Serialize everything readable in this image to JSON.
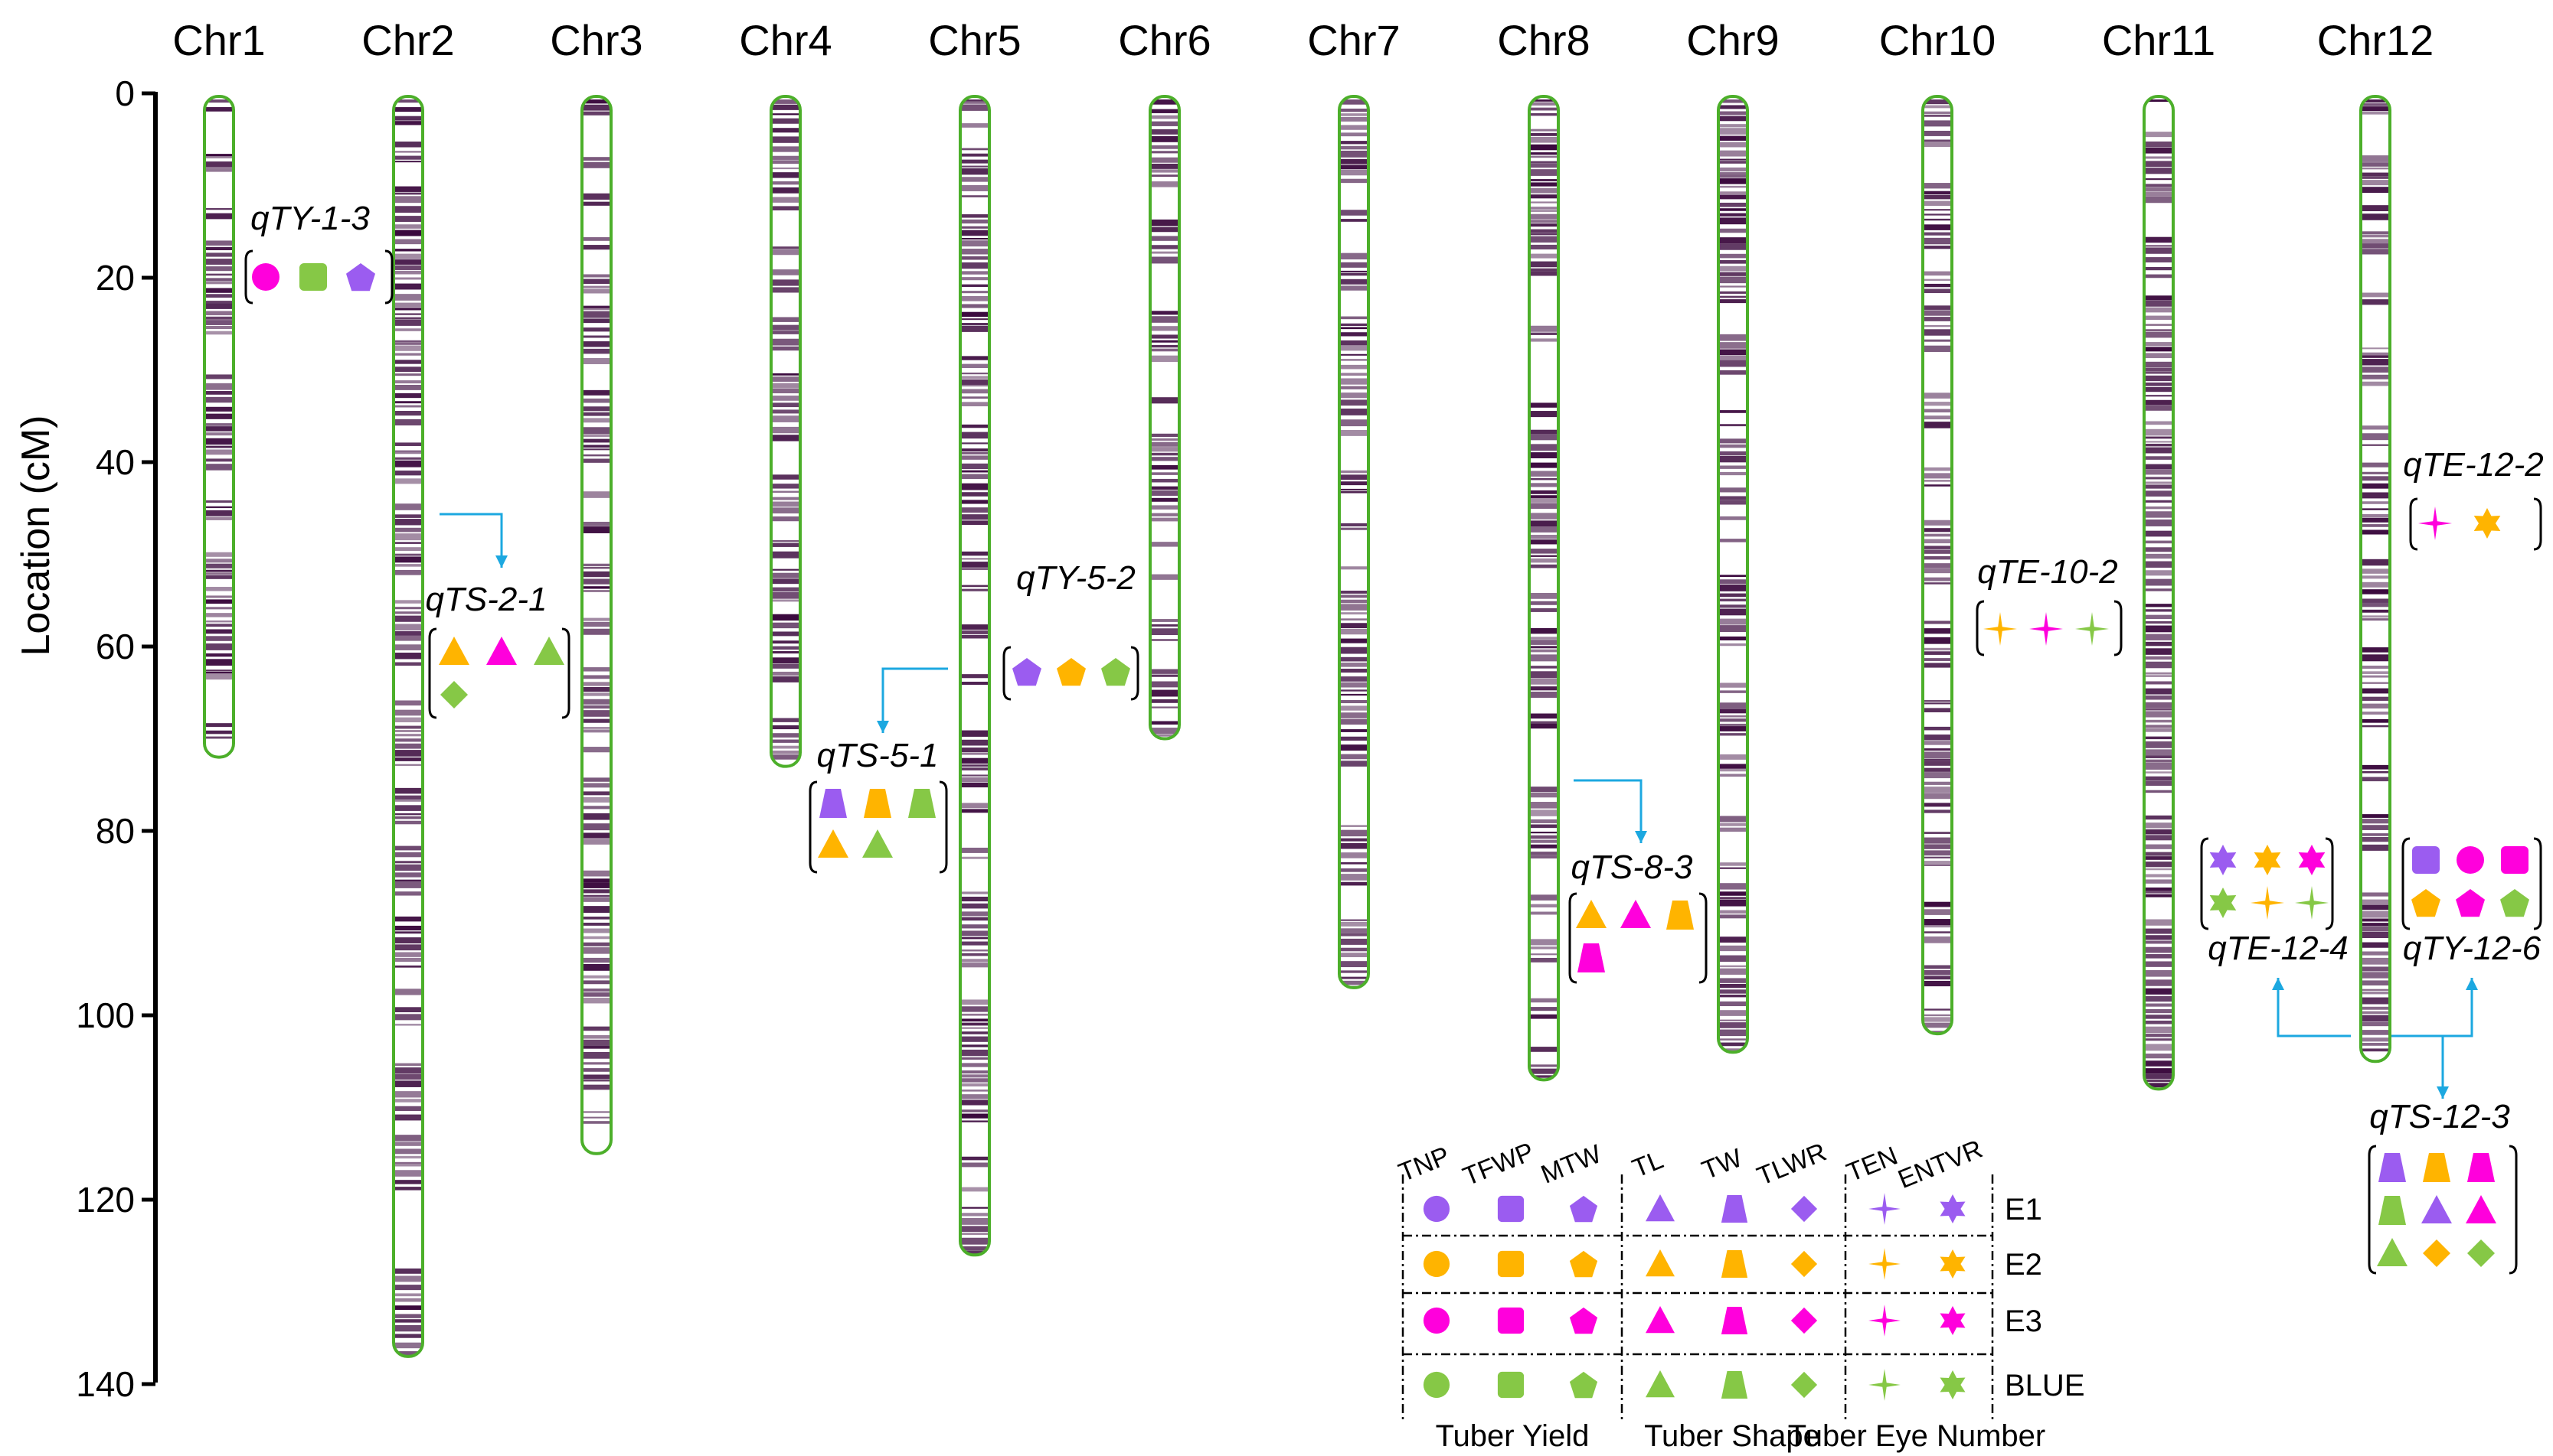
{
  "axis": {
    "label": "Location (cM)",
    "ticks": [
      "0",
      "20",
      "40",
      "60",
      "80",
      "100",
      "120",
      "140"
    ]
  },
  "chromosomes": [
    {
      "name": "Chr1",
      "length": 72
    },
    {
      "name": "Chr2",
      "length": 137
    },
    {
      "name": "Chr3",
      "length": 115
    },
    {
      "name": "Chr4",
      "length": 73
    },
    {
      "name": "Chr5",
      "length": 126
    },
    {
      "name": "Chr6",
      "length": 70
    },
    {
      "name": "Chr7",
      "length": 97
    },
    {
      "name": "Chr8",
      "length": 107
    },
    {
      "name": "Chr9",
      "length": 104
    },
    {
      "name": "Chr10",
      "length": 102
    },
    {
      "name": "Chr11",
      "length": 108
    },
    {
      "name": "Chr12",
      "length": 105
    }
  ],
  "qtls": [
    {
      "name": "qTY-1-3",
      "chromosome": "Chr1",
      "markers": [
        [
          "circle",
          "E3"
        ],
        [
          "square",
          "BLUE"
        ],
        [
          "pentagon",
          "E1"
        ]
      ]
    },
    {
      "name": "qTS-2-1",
      "chromosome": "Chr2",
      "markers": [
        [
          "triangle",
          "E2"
        ],
        [
          "triangle",
          "E3"
        ],
        [
          "triangle",
          "BLUE"
        ],
        [
          "diamond",
          "BLUE"
        ]
      ]
    },
    {
      "name": "qTY-5-2",
      "chromosome": "Chr5",
      "markers": [
        [
          "pentagon",
          "E1"
        ],
        [
          "pentagon",
          "E2"
        ],
        [
          "pentagon",
          "BLUE"
        ]
      ]
    },
    {
      "name": "qTS-5-1",
      "chromosome": "Chr5",
      "markers": [
        [
          "trapezoid",
          "E1"
        ],
        [
          "trapezoid",
          "E2"
        ],
        [
          "trapezoid",
          "BLUE"
        ],
        [
          "triangle",
          "E2"
        ],
        [
          "triangle",
          "BLUE"
        ]
      ]
    },
    {
      "name": "qTS-8-3",
      "chromosome": "Chr8",
      "markers": [
        [
          "triangle",
          "E2"
        ],
        [
          "triangle",
          "E3"
        ],
        [
          "trapezoid",
          "E2"
        ],
        [
          "trapezoid",
          "E3"
        ]
      ]
    },
    {
      "name": "qTE-10-2",
      "chromosome": "Chr10",
      "markers": [
        [
          "star4",
          "E2"
        ],
        [
          "star4",
          "E3"
        ],
        [
          "star4",
          "BLUE"
        ]
      ]
    },
    {
      "name": "qTE-12-2",
      "chromosome": "Chr12",
      "markers": [
        [
          "star4",
          "E3"
        ],
        [
          "star6",
          "E2"
        ]
      ]
    },
    {
      "name": "qTE-12-4",
      "chromosome": "Chr12",
      "markers": [
        [
          "star6",
          "E1"
        ],
        [
          "star6",
          "E2"
        ],
        [
          "star6",
          "E3"
        ],
        [
          "star6",
          "BLUE"
        ],
        [
          "star4",
          "E2"
        ],
        [
          "star4",
          "BLUE"
        ]
      ]
    },
    {
      "name": "qTY-12-6",
      "chromosome": "Chr12",
      "markers": [
        [
          "square",
          "E1"
        ],
        [
          "circle",
          "E3"
        ],
        [
          "square",
          "E3"
        ],
        [
          "pentagon",
          "E2"
        ],
        [
          "pentagon",
          "E3"
        ],
        [
          "pentagon",
          "BLUE"
        ]
      ]
    },
    {
      "name": "qTS-12-3",
      "chromosome": "Chr12",
      "markers": [
        [
          "trapezoid",
          "E1"
        ],
        [
          "trapezoid",
          "E2"
        ],
        [
          "trapezoid",
          "E3"
        ],
        [
          "trapezoid",
          "BLUE"
        ],
        [
          "triangle",
          "E1"
        ],
        [
          "triangle",
          "E3"
        ],
        [
          "triangle",
          "BLUE"
        ],
        [
          "diamond",
          "E2"
        ],
        [
          "diamond",
          "BLUE"
        ]
      ]
    }
  ],
  "legend": {
    "traits": [
      {
        "abbr": "TNP",
        "shape": "circle"
      },
      {
        "abbr": "TFWP",
        "shape": "square"
      },
      {
        "abbr": "MTW",
        "shape": "pentagon"
      },
      {
        "abbr": "TL",
        "shape": "triangle"
      },
      {
        "abbr": "TW",
        "shape": "trapezoid"
      },
      {
        "abbr": "TLWR",
        "shape": "diamond"
      },
      {
        "abbr": "TEN",
        "shape": "star4"
      },
      {
        "abbr": "ENTVR",
        "shape": "star6"
      }
    ],
    "environments": [
      {
        "name": "E1",
        "color": "#9b5cf0"
      },
      {
        "name": "E2",
        "color": "#ffb400"
      },
      {
        "name": "E3",
        "color": "#ff00dc"
      },
      {
        "name": "BLUE",
        "color": "#86c846"
      }
    ],
    "groups": [
      "Tuber Yield",
      "Tuber Shape",
      "Tuber Eye Number"
    ]
  },
  "colors": {
    "band": "#3b0a3e",
    "outline": "#4caf2a",
    "arrow": "#1ca8e0"
  }
}
